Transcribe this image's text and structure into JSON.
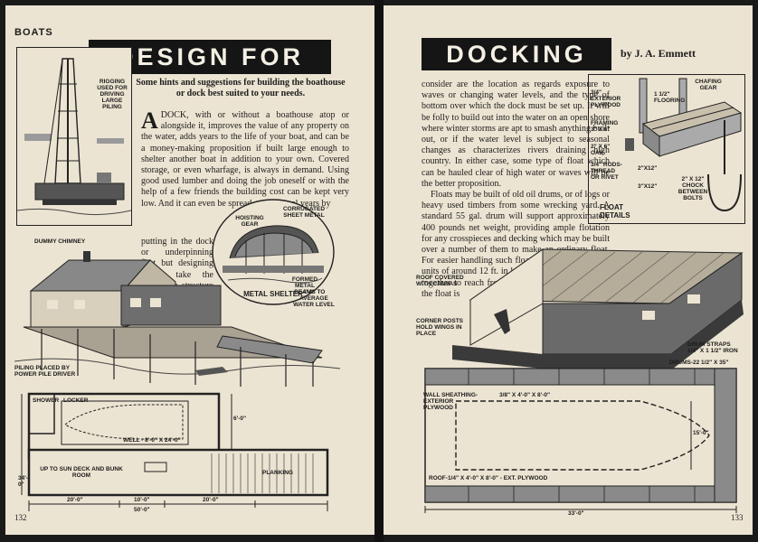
{
  "left_page": {
    "section": "BOATS",
    "title": "DESIGN FOR",
    "deck": "Some hints and suggestions for building the boathouse or dock best suited to your needs.",
    "body_drop": "A",
    "body": "DOCK, with or without a boathouse atop or alongside it, improves the value of any property on the water, adds years to the life of your boat, and can be a money-making proposition if built large enough to shelter another boat in addition to your own. Covered storage, or even wharfage, is always in demand. Using good used lumber and doing the job oneself or with the help of a few friends the building cost can be kept very low. And it can even be spread over several years by",
    "body_narrow": "putting in the dock or underpinning first but designing it to take the boathouse structure at a later date. First points to",
    "page_number": "132",
    "labels": {
      "rigging": "RIGGING USED FOR DRIVING LARGE PILING",
      "hoisting_gear": "HOISTING GEAR",
      "corrugated": "CORRUGATED SHEET METAL",
      "formed_beams": "FORMED METAL BEAMS",
      "metal_shelter": "METAL SHELTER",
      "dummy_chimney": "DUMMY CHIMNEY",
      "water_level": "4'-0\" TO AVERAGE WATER LEVEL",
      "piling": "PILING PLACED BY POWER PILE DRIVER",
      "shower": "SHOWER",
      "locker": "LOCKER",
      "well": "WELL - 8'-0\" X 24'-0\"",
      "sun_deck": "UP TO SUN DECK AND BUNK ROOM",
      "planking": "PLANKING",
      "dim_20a": "20'-0\"",
      "dim_10": "10'-0\"",
      "dim_50": "50'-0\"",
      "dim_20b": "20'-0\"",
      "dim_6": "6'-0\"",
      "dim_34": "34'-0\""
    }
  },
  "right_page": {
    "title": "DOCKING",
    "byline": "by J. A. Emmett",
    "body": "consider are the location as regards exposure to waves or changing water levels, and the type of bottom over which the dock must be set up. It will be folly to build out into the water on an open shore where winter storms are apt to smash anything built out, or if the water level is subject to seasonal changes as characterizes rivers draining high country. In either case, some type of float which can be hauled clear of high water or waves will be the better proposition.",
    "body2": "Floats may be built of old oil drums, or of logs or heavy used timbers from some wrecking yard. A standard 55 gal. drum will support approximately 400 pounds net weight, providing ample flotation for any crosspieces and decking which may be built over a number of them to make an ordinary float. For easier handling such floats may be made up in units of around 12 ft. in length, and several chained together to reach from shore to deep water. Where the float is",
    "page_number": "133",
    "labels": {
      "exterior_plywood": "3/4\" EXTERIOR PLYWOOD",
      "chafing_gear": "CHAFING GEAR",
      "flooring": "1 1/2\" FLOORING",
      "framing": "FRAMING 3\" X 6\"",
      "oak": "2\" X 6\" OAK",
      "rods": "3/4\" RODS- THREAD OR RIVET",
      "two_by_twelve": "2\"X12\"",
      "three_by_twelve": "3\"X12\"",
      "chock": "2\" X 12\" CHOCK BETWEEN BOLTS",
      "float_details": "FLOAT DETAILS",
      "roof_canvas": "ROOF COVERED WITH CANVAS",
      "corner_posts": "CORNER POSTS HOLD WINGS IN PLACE",
      "drum_straps": "DRUM STRAPS 1/4\" X 1 1/2\" IRON",
      "drums": "DRUMS-22 1/2\" X 35\"",
      "wall_sheathing": "WALL SHEATHING- EXTERIOR PLYWOOD",
      "sheathing_size": "3/8\" X 4'-0\" X 8'-0\"",
      "roof_size": "ROOF-1/4\" X 4'-0\" X 8'-0\" - EXT. PLYWOOD",
      "dim_15": "15'-0\"",
      "dim_33": "33'-0\""
    }
  }
}
